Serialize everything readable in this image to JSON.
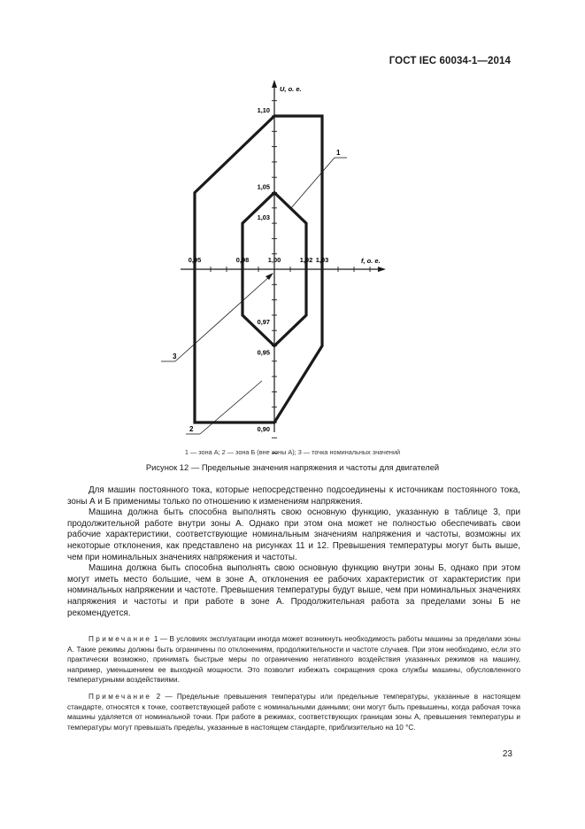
{
  "header": {
    "standard": "ГОСТ IEC 60034-1—2014"
  },
  "chart_data": {
    "type": "diagram",
    "ylabel": "U, о. е.",
    "xlabel": "f, о. е.",
    "x_ticks": [
      "0,95",
      "0,98",
      "1,00",
      "1,02",
      "1,03"
    ],
    "y_ticks": [
      "1,10",
      "1,05",
      "1,03",
      "0,97",
      "0,95",
      "0,90"
    ],
    "zone_a": [
      [
        0.98,
        1.03
      ],
      [
        0.98,
        0.97
      ],
      [
        1.0,
        0.95
      ],
      [
        1.02,
        0.97
      ],
      [
        1.02,
        1.03
      ],
      [
        1.0,
        1.05
      ]
    ],
    "zone_b": [
      [
        0.95,
        1.05
      ],
      [
        0.95,
        0.9
      ],
      [
        1.0,
        0.9
      ],
      [
        1.03,
        0.95
      ],
      [
        1.03,
        1.1
      ],
      [
        1.0,
        1.1
      ]
    ],
    "callouts": [
      "1",
      "2",
      "3"
    ]
  },
  "figure": {
    "legend": "1 — зона А; 2 — зона Б (вне зоны А); 3 — точка номинальных значений",
    "caption": "Рисунок 12 — Предельные значения напряжения и частоты для двигателей"
  },
  "body": {
    "p1": "Для машин постоянного тока, которые непосредственно подсоединены к источникам постоянного тока, зоны А и Б применимы только по отношению к изменениям напряжения.",
    "p2": "Машина должна быть способна выполнять свою основную функцию, указанную в таблице 3, при продолжительной работе внутри зоны А. Однако при этом она может не полностью обеспечивать свои рабочие характеристики, соответствующие номинальным значениям напряжения и частоты, возможны их некоторые отклонения, как представлено на рисунках 11 и 12. Превышения температуры могут быть выше, чем при номинальных значениях напряжения и частоты.",
    "p3": "Машина должна быть способна выполнять свою основную функцию внутри зоны Б, однако при этом могут иметь место большие, чем в зоне А, отклонения ее рабочих характеристик от характеристик при номинальных напряжении и частоте. Превышения температуры будут выше, чем при номинальных значениях напряжения и частоты и при работе в зоне А. Продолжительная работа за пределами зоны Б не рекомендуется."
  },
  "notes": {
    "n1_label": "Примечание",
    "n1_text": " 1 — В условиях эксплуатации иногда может возникнуть необходимость работы машины за пределами зоны А. Такие режимы должны быть ограничены по отклонениям, продолжительности и частоте случаев. При этом необходимо, если это практически возможно, принимать быстрые меры по ограничению негативного воздействия указанных режимов на машину, например, уменьшением ее выходной мощности. Это позволит избежать сокращения срока службы машины, обусловленного температурными воздействиями.",
    "n2_label": "Примечание",
    "n2_text": " 2 — Предельные превышения температуры или предельные температуры, указанные в настоящем стандарте, относятся к точке, соответствующей работе с номинальными данными; они могут быть превышены, когда рабочая точка машины удаляется от номинальной точки. При работе в режимах, соответствующих границам зоны А, превышения температуры и температуры могут превышать пределы, указанные в настоящем стандарте, приблизительно на 10 °С."
  },
  "page": {
    "number": "23"
  }
}
